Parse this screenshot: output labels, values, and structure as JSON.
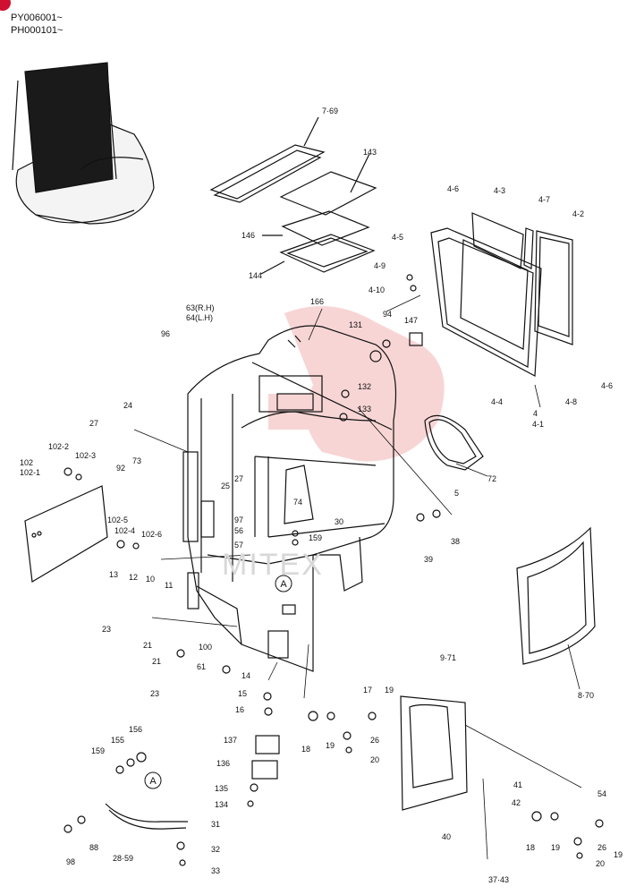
{
  "header": {
    "serial_1": "PY006001~",
    "serial_2": "PH000101~"
  },
  "watermark": "MITEX",
  "ref_marker": "A",
  "labels": [
    "7·69",
    "143",
    "146",
    "144",
    "166",
    "63(R.H)",
    "64(L.H)",
    "96",
    "131",
    "94",
    "147",
    "132",
    "133",
    "4-6",
    "4-3",
    "4-7",
    "4-2",
    "4-5",
    "4-9",
    "4-10",
    "4-4",
    "4",
    "4-1",
    "4-8",
    "4-6",
    "72",
    "5",
    "24",
    "27",
    "102-2",
    "102-3",
    "73",
    "92",
    "102",
    "102-1",
    "25",
    "27",
    "74",
    "97",
    "56",
    "57",
    "102-5",
    "102-4",
    "102-6",
    "13",
    "12",
    "10",
    "11",
    "30",
    "159",
    "38",
    "39",
    "8·70",
    "23",
    "21",
    "21",
    "23",
    "100",
    "61",
    "14",
    "15",
    "16",
    "17",
    "19",
    "137",
    "136",
    "135",
    "134",
    "18",
    "19",
    "26",
    "20",
    "9·71",
    "41",
    "42",
    "40",
    "37·43",
    "54",
    "18",
    "19",
    "26",
    "19",
    "20",
    "159",
    "155",
    "156",
    "98",
    "88",
    "28·59",
    "31",
    "32",
    "33"
  ],
  "colors": {
    "line": "#111111",
    "watermark": "#f2b3b3",
    "badge": "#d01030"
  }
}
